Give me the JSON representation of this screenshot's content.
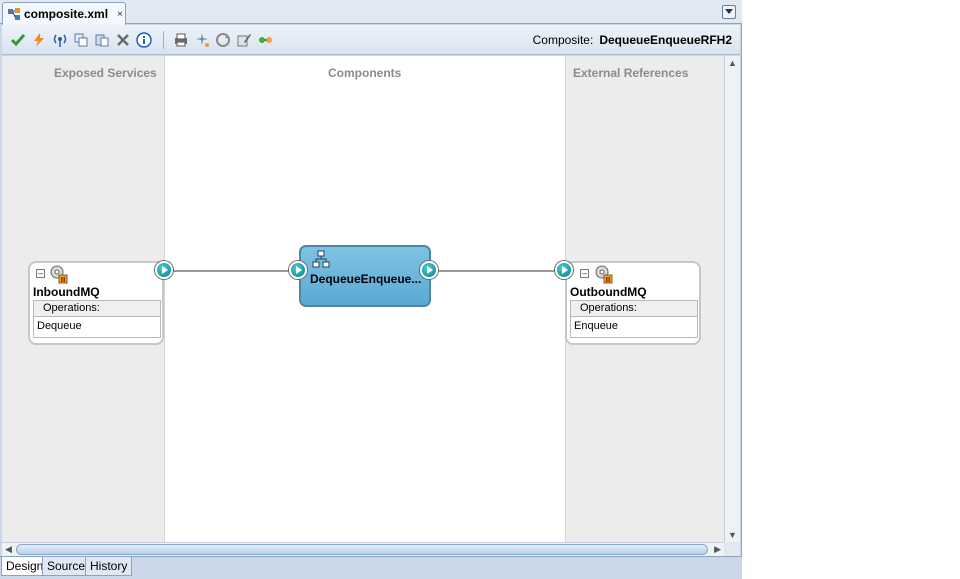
{
  "document_tab": {
    "label": "composite.xml",
    "close": "×"
  },
  "toolbar": {
    "composite_label": "Composite:",
    "composite_name": "DequeueEnqueueRFH2"
  },
  "lanes": {
    "exposed": "Exposed Services",
    "components": "Components",
    "external": "External References"
  },
  "services": {
    "inbound": {
      "name": "InboundMQ",
      "operations_header": "Operations:",
      "operation": "Dequeue"
    },
    "outbound": {
      "name": "OutboundMQ",
      "operations_header": "Operations:",
      "operation": "Enqueue"
    }
  },
  "mediator": {
    "name": "DequeueEnqueue..."
  },
  "bottom_tabs": [
    "Design",
    "Source",
    "History"
  ],
  "colors": {
    "accent": "#5aa9d3",
    "port": "#00a3ad",
    "lane": "#ececec"
  }
}
